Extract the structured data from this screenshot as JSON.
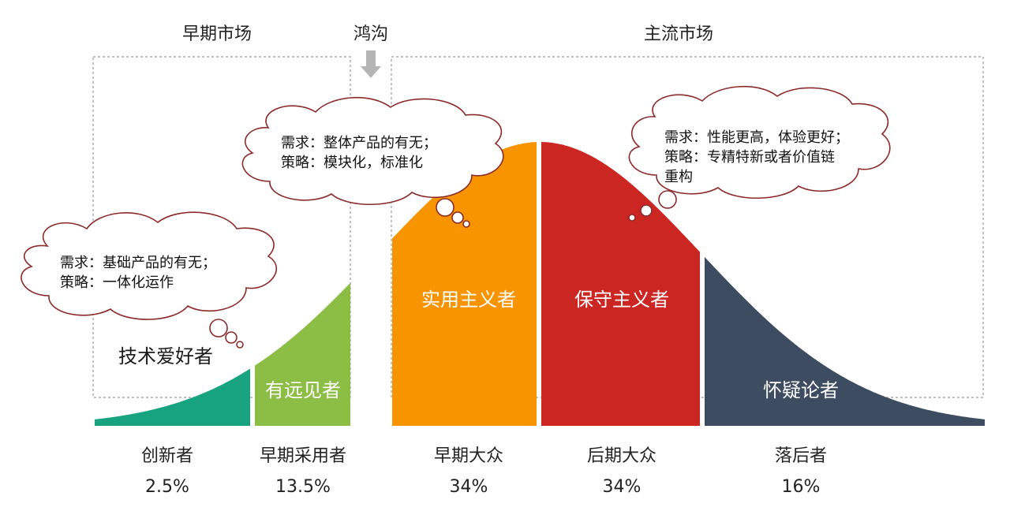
{
  "headers": {
    "early_market": "早期市场",
    "chasm": "鸿沟",
    "mainstream_market": "主流市场"
  },
  "segments": [
    {
      "id": "innovators",
      "inner_label": "",
      "outer_label": "技术爱好者",
      "category": "创新者",
      "percent": "2.5%",
      "color": "#17a37f"
    },
    {
      "id": "early-adopters",
      "inner_label": "有远见者",
      "category": "早期采用者",
      "percent": "13.5%",
      "color": "#8cbd45"
    },
    {
      "id": "early-majority",
      "inner_label": "实用主义者",
      "category": "早期大众",
      "percent": "34%",
      "color": "#f79400"
    },
    {
      "id": "late-majority",
      "inner_label": "保守主义者",
      "category": "后期大众",
      "percent": "34%",
      "color": "#cc2623"
    },
    {
      "id": "laggards",
      "inner_label": "怀疑论者",
      "category": "落后者",
      "percent": "16%",
      "color": "#3e4c62"
    }
  ],
  "bubbles": [
    {
      "id": "left",
      "line1": "需求：基础产品的有无；",
      "line2": "策略：一体化运作",
      "line3": ""
    },
    {
      "id": "middle",
      "line1": "需求：整体产品的有无；",
      "line2": "策略：模块化，标准化",
      "line3": ""
    },
    {
      "id": "right",
      "line1": "需求：性能更高，体验更好；",
      "line2": "策略：专精特新或者价值链",
      "line3": "重构"
    }
  ]
}
